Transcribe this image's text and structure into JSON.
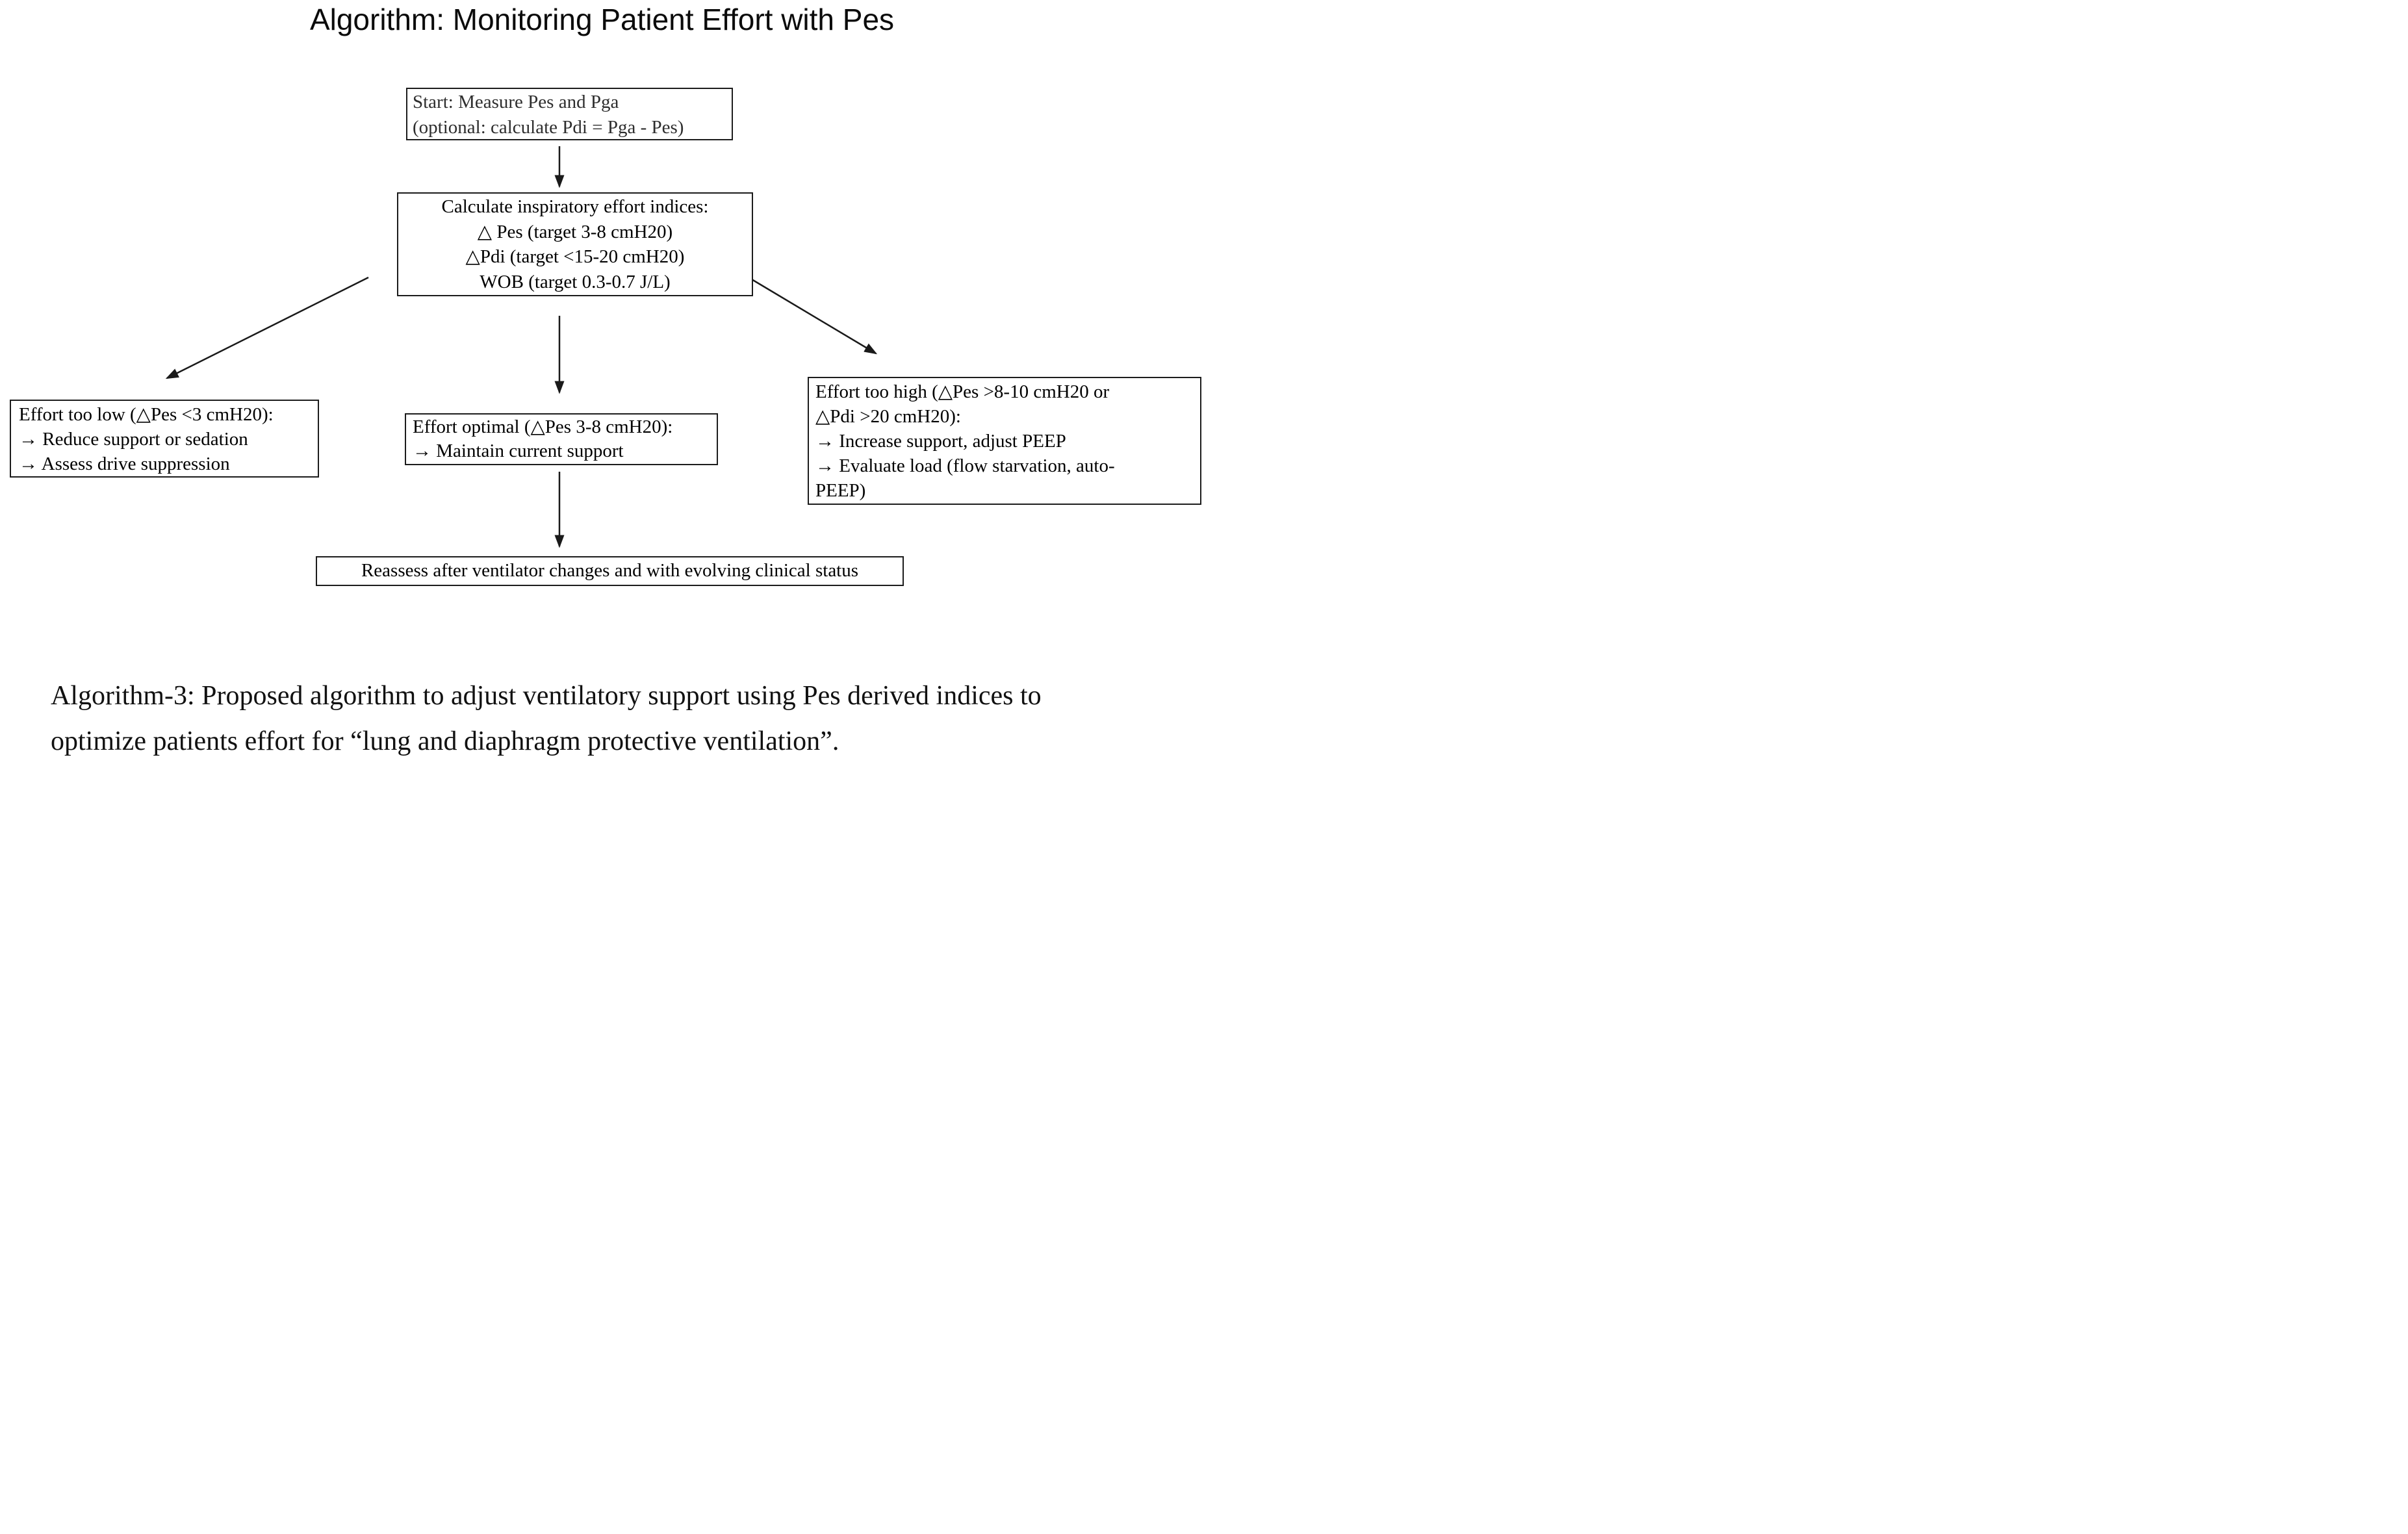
{
  "title": "Algorithm: Monitoring Patient Effort with Pes",
  "flowchart": {
    "start": {
      "lines": [
        "Start: Measure Pes and Pga",
        "(optional: calculate Pdi = Pga - Pes)"
      ]
    },
    "indices": {
      "lines": [
        "Calculate inspiratory effort indices:",
        "△ Pes (target 3-8 cmH20)",
        "△Pdi (target <15-20 cmH20)",
        "WOB (target 0.3-0.7 J/L)"
      ]
    },
    "effort_low": {
      "lines": [
        "Effort too low (△Pes <3 cmH20):",
        "→ Reduce support or sedation",
        "→ Assess drive suppression"
      ]
    },
    "effort_optimal": {
      "lines": [
        "Effort optimal (△Pes 3-8 cmH20):",
        "→ Maintain current support"
      ]
    },
    "effort_high": {
      "lines": [
        "Effort too high (△Pes >8-10 cmH20 or",
        "△Pdi >20 cmH20):",
        "→ Increase support, adjust PEEP",
        "→ Evaluate load (flow starvation, auto-",
        "PEEP)"
      ]
    },
    "reassess": {
      "lines": [
        "Reassess after ventilator changes and with evolving clinical status"
      ]
    }
  },
  "caption": {
    "lines": [
      "Algorithm-3: Proposed algorithm to adjust ventilatory support using Pes derived indices to",
      "optimize patients effort for “lung and diaphragm protective ventilation”."
    ]
  },
  "colors": {
    "text": "#000000",
    "box_border": "#1c1c1c",
    "arrow": "#1a1a1a",
    "background": "#ffffff"
  }
}
